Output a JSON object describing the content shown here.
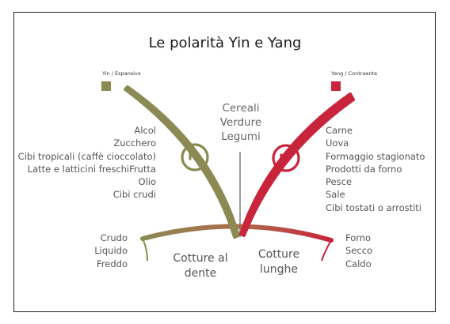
{
  "title": "Le polarità Yin e Yang",
  "legend": {
    "yin": {
      "label": "Yin / Espansivo",
      "color": "#8a8a52"
    },
    "yang": {
      "label": "Yang / Contraente",
      "color": "#c8243c"
    }
  },
  "center": [
    "Cereali",
    "Verdure",
    "Legumi"
  ],
  "yin_foods": [
    "Alcol",
    "Zucchero",
    "Cibi tropicali (caffè cioccolato)",
    "Latte e latticini freschiFrutta",
    "Olio",
    "Cibi crudi"
  ],
  "yang_foods": [
    "Carne",
    "Uova",
    "Formaggio stagionato",
    "Prodotti da forno",
    "Pesce",
    "Sale",
    "Cibi tostati o arrostiti"
  ],
  "yin_qualities": [
    "Crudo",
    "Liquido",
    "Freddo"
  ],
  "yang_qualities": [
    "Forno",
    "Secco",
    "Caldo"
  ],
  "cooking": {
    "short": [
      "Cotture al",
      "dente"
    ],
    "long": [
      "Cotture",
      "lunghe"
    ]
  }
}
